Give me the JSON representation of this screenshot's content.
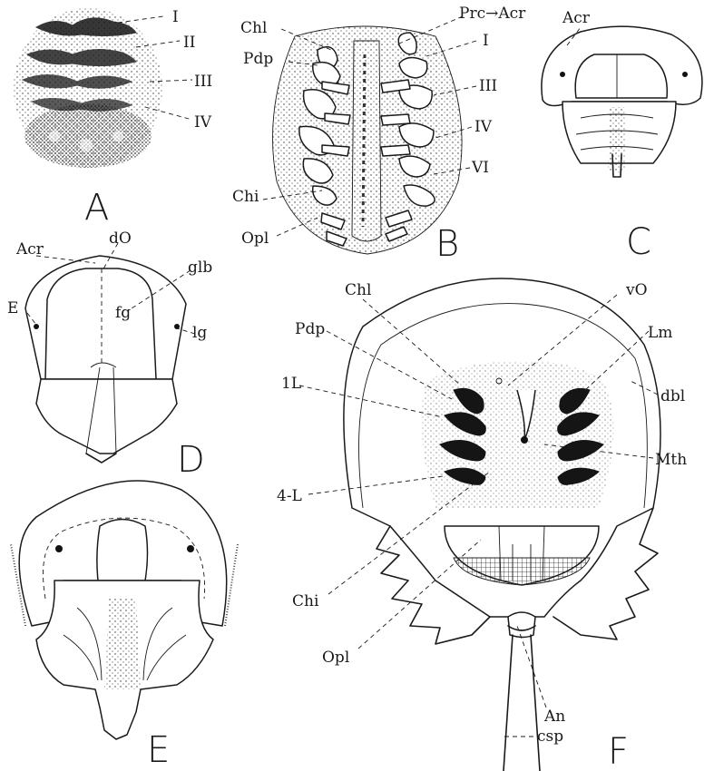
{
  "figure_letters": {
    "a": "A",
    "b": "B",
    "c": "C",
    "d": "D",
    "e": "E",
    "f": "F"
  },
  "panel_a": {
    "labels": [
      "I",
      "II",
      "III",
      "IV"
    ]
  },
  "panel_b": {
    "labels": [
      "Chl",
      "Pdp",
      "Prc→Acr",
      "I",
      "III",
      "IV",
      "VI",
      "Chi",
      "Opl"
    ]
  },
  "panel_c": {
    "labels": [
      "Acr"
    ]
  },
  "panel_d": {
    "labels": [
      "Acr",
      "dO",
      "glb",
      "E",
      "fg",
      "lg"
    ]
  },
  "panel_f": {
    "labels": [
      "Chl",
      "vO",
      "Pdp",
      "Lm",
      "1L",
      "dbl",
      "Mth",
      "4-L",
      "Chi",
      "Opl",
      "An",
      "csp"
    ]
  }
}
